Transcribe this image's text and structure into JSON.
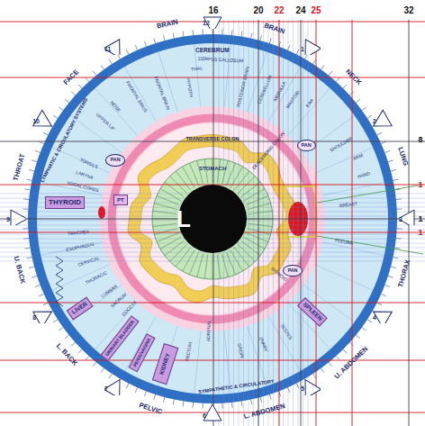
{
  "diagram": {
    "nodes": [
      {
        "text": [
          "12"
        ]
      },
      {
        "text": [
          "1"
        ]
      },
      {
        "text": [
          "2"
        ]
      },
      {
        "text": [
          "3"
        ]
      },
      {
        "text": [
          "4"
        ]
      },
      {
        "text": [
          "5"
        ]
      },
      {
        "text": [
          "6"
        ]
      },
      {
        "text": [
          "7"
        ]
      },
      {
        "text": [
          "8"
        ]
      },
      {
        "text": [
          "9"
        ]
      },
      {
        "text": [
          "10"
        ]
      },
      {
        "text": [
          "11"
        ]
      },
      {
        "text": [
          "L"
        ]
      },
      {
        "text": [
          "THYROID"
        ]
      },
      {
        "text": [
          "PT"
        ]
      },
      {
        "text": [
          "PAN"
        ]
      },
      {
        "text": [
          "PAN"
        ]
      },
      {
        "text": [
          "PAN"
        ]
      },
      {
        "text": [
          "SPLEEN"
        ]
      },
      {
        "text": [
          "LIVER"
        ]
      },
      {
        "text": [
          "URINARY BLADDER"
        ]
      },
      {
        "text": [
          "PENIS/VAGINA"
        ]
      },
      {
        "text": [
          "KIDNEY"
        ]
      }
    ],
    "labels": [
      "16",
      "20",
      "22",
      "24",
      "25",
      "32",
      "8",
      "1",
      "1",
      "1",
      "BRAIN",
      "BRAIN",
      "NECK",
      "LUNG",
      "THORAX",
      "U. ABDOMEN",
      "L. ABDOMEN",
      "PELVIC",
      "L. BACK",
      "U. BACK",
      "THROAT",
      "FACE",
      "CEREBRUM",
      "CORPUS CALLOSUM",
      "THAL",
      "HYPOTH",
      "FRONTAL BRAIN",
      "POSTERIOR BRAIN",
      "CEREBELLUM",
      "MEDULLA",
      "MASTOID",
      "EAR",
      "SHOULDER",
      "ARM",
      "HAND",
      "BREAST",
      "PLEURA",
      "OVARY",
      "TESTES",
      "GROIN",
      "ADRENAL",
      "SYMPATHETIC & CIRCULATORY",
      "LYMPHATIC & CIRCULATORY SYSTEMS",
      "FRONTAL SINUS",
      "NOSE",
      "UPPER LIP",
      "TONSILS",
      "LARYNX",
      "VOCAL CORDS",
      "TRACHEA",
      "ESOPHAGUS",
      "CERVICAL",
      "THORACIC",
      "LUMBAR",
      "SACRUM",
      "COCCYX",
      "STOMACH",
      "TRANSVERSE COLON",
      "DESCENDING COLON",
      "SIGMOID",
      "RECTUM"
    ]
  }
}
